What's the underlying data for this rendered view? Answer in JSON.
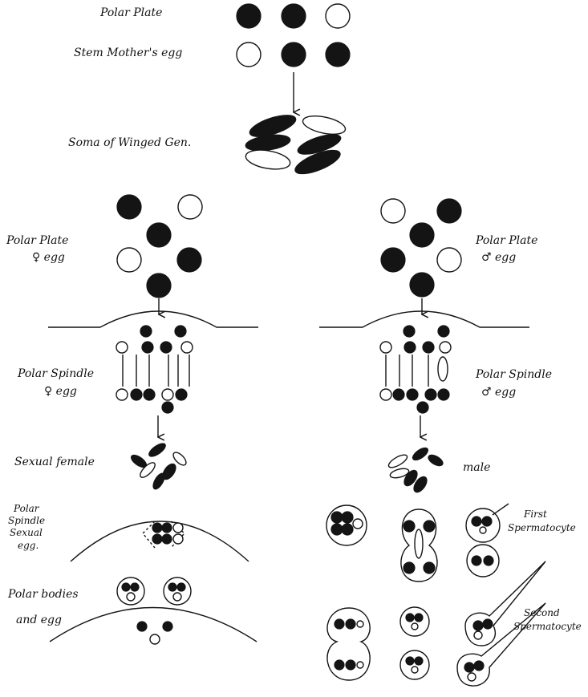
{
  "labels": {
    "polar_plate_top": "Polar Plate",
    "stem_mothers_egg": "Stem Mother's egg",
    "soma_winged_gen": "Soma of Winged Gen.",
    "polar_plate_female_1": "Polar Plate",
    "polar_plate_female_2": "♀ egg",
    "polar_plate_male_1": "Polar Plate",
    "polar_plate_male_2": "♂ egg",
    "polar_spindle_female_1": "Polar Spindle",
    "polar_spindle_female_2": "♀ egg",
    "polar_spindle_male_1": "Polar Spindle",
    "polar_spindle_male_2": "♂ egg",
    "sexual_female": "Sexual female",
    "male": "male",
    "polar_spindle_sexual_1": "Polar",
    "polar_spindle_sexual_2": "Spindle",
    "polar_spindle_sexual_3": "Sexual",
    "polar_spindle_sexual_4": "egg.",
    "polar_bodies_1": "Polar bodies",
    "polar_bodies_2": "and egg",
    "first_spermatocyte_1": "First",
    "first_spermatocyte_2": "Spermatocyte",
    "second_spermatocyte_1": "Second",
    "second_spermatocyte_2": "Spermatocyte"
  }
}
